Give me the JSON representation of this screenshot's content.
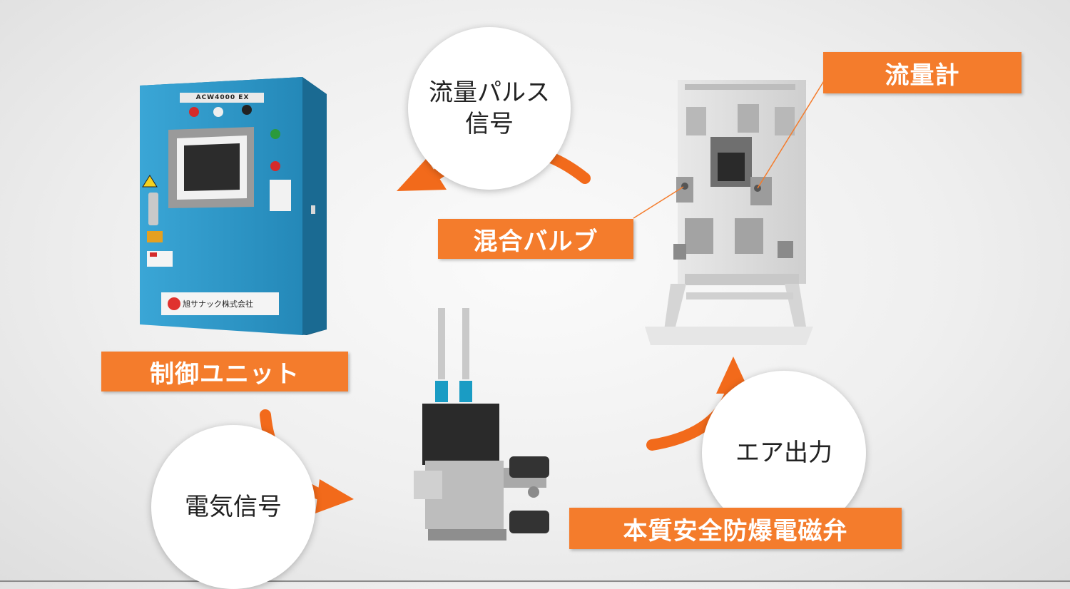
{
  "labels": {
    "control_unit": "制御ユニット",
    "flow_meter": "流量計",
    "mixing_valve": "混合バルブ",
    "solenoid_valve": "本質安全防爆電磁弁"
  },
  "circles": {
    "flow_pulse_line1": "流量パルス",
    "flow_pulse_line2": "信号",
    "electric_signal": "電気信号",
    "air_output": "エア出力"
  },
  "panel": {
    "model": "ACW4000",
    "model_suffix": "EX",
    "company": "旭サナック株式会社"
  },
  "colors": {
    "accent": "#f47c2c",
    "cabinet": "#2f9fcf",
    "arrow": "#f26a1b"
  }
}
